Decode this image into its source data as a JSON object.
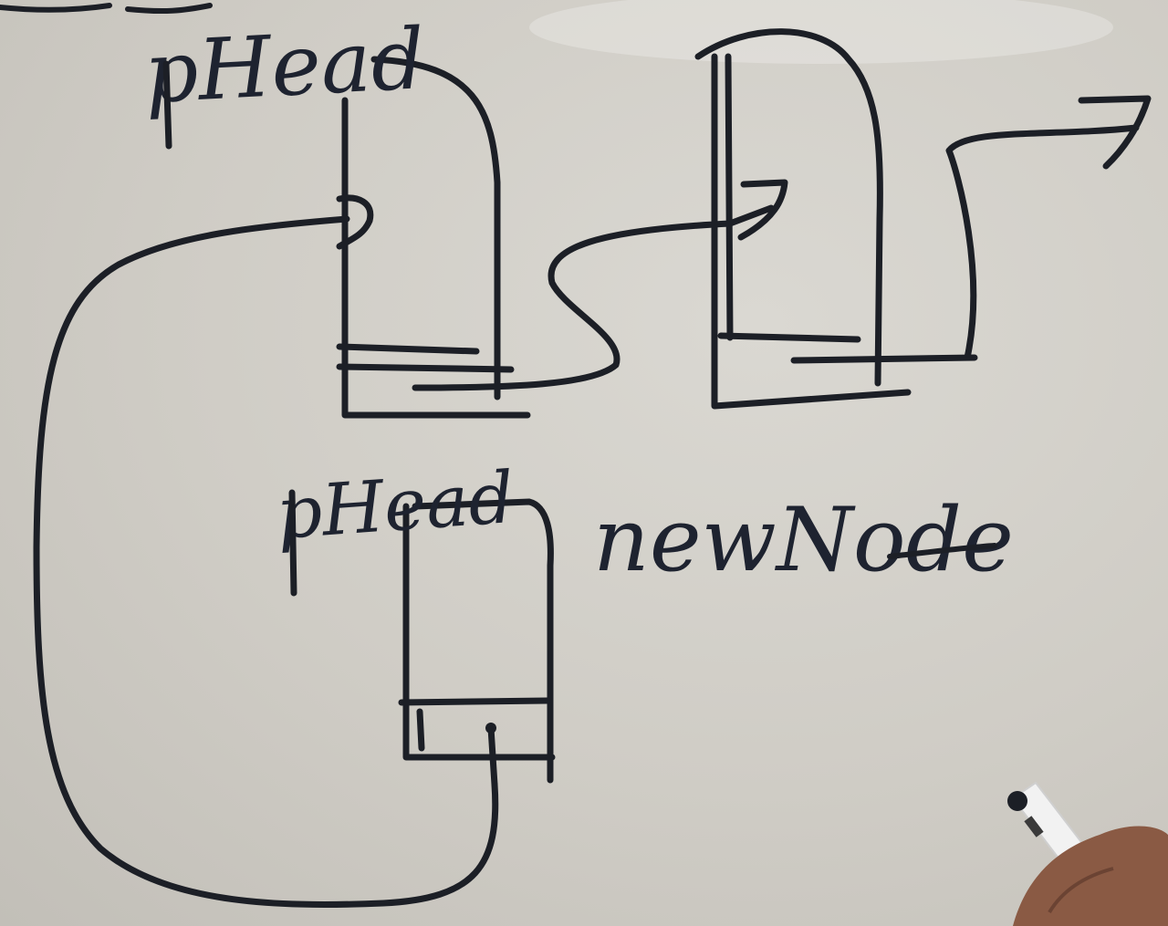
{
  "labels": {
    "top_pointer": "pHead",
    "mid_pointer": "pHead",
    "new_node": "newNode"
  },
  "colors": {
    "board": "#cfccc5",
    "ink": "#1c1f26",
    "marker_body": "#f2f2f2",
    "hand": "#8a5a44"
  },
  "icons": {
    "marker": "whiteboard-marker",
    "hand": "hand"
  }
}
